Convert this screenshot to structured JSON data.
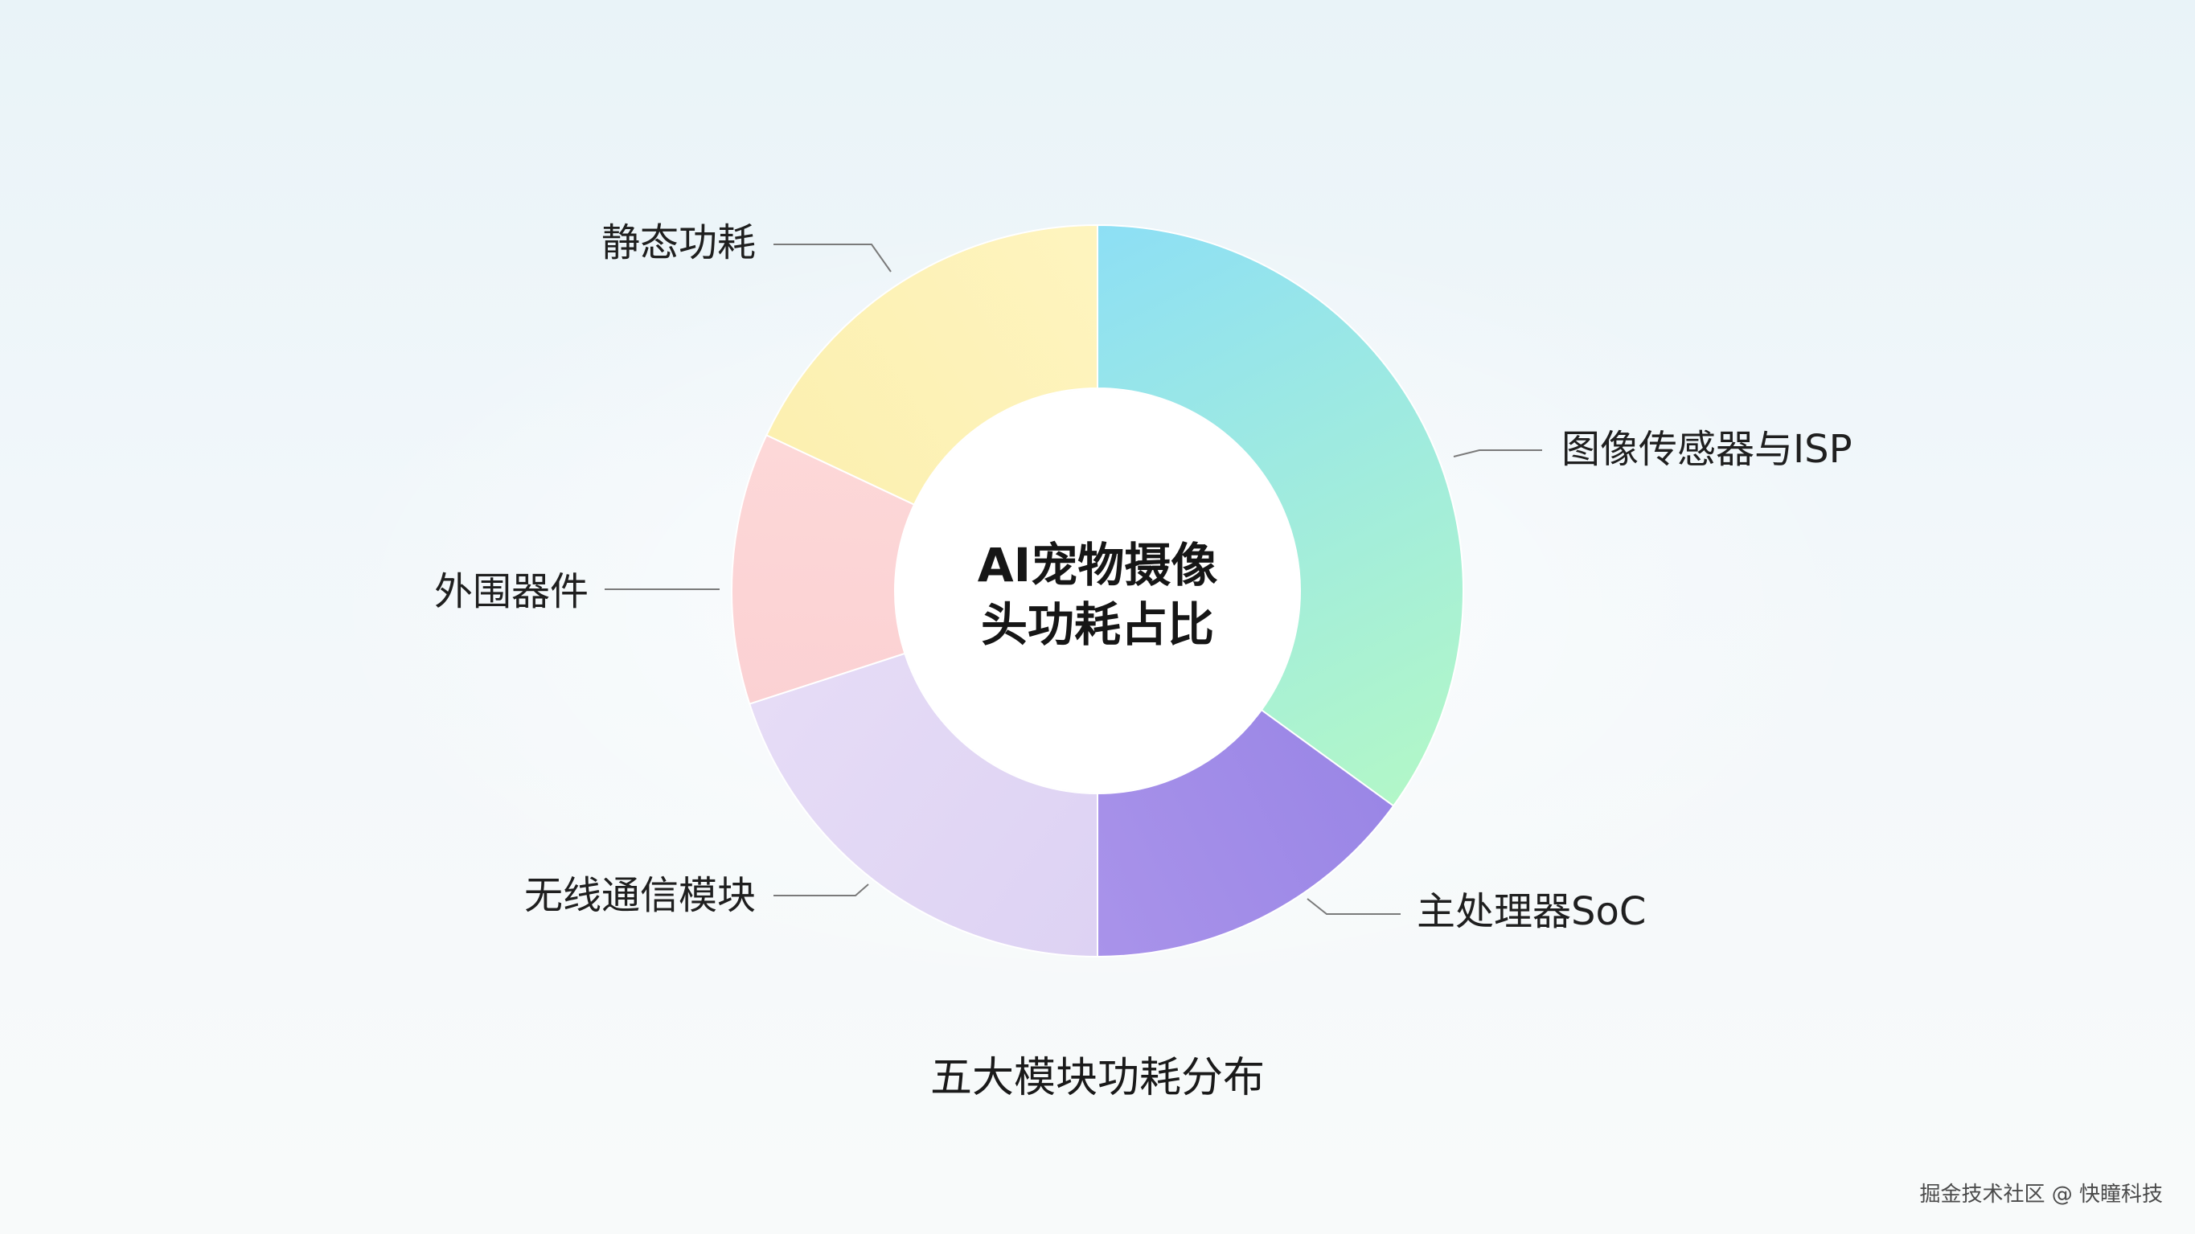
{
  "chart_data": {
    "type": "pie",
    "title": "AI宠物摄像头功耗占比",
    "subtitle": "五大模块功耗分布",
    "donut": true,
    "slices": [
      {
        "label": "图像传感器与ISP",
        "value": 35,
        "color_start": "#8ddff5",
        "color_end": "#b2f7c8"
      },
      {
        "label": "主处理器SoC",
        "value": 15,
        "color_start": "#9a86e6",
        "color_end": "#a993ea"
      },
      {
        "label": "无线通信模块",
        "value": 20,
        "color_start": "#ddd2f3",
        "color_end": "#e6dcf6"
      },
      {
        "label": "外围器件",
        "value": 12,
        "color_start": "#fbd1d3",
        "color_end": "#fdd8d8"
      },
      {
        "label": "静态功耗",
        "value": 18,
        "color_start": "#fcf0b0",
        "color_end": "#fef4bf"
      }
    ]
  },
  "center_title": {
    "line1": "AI宠物摄像",
    "line2": "头功耗占比"
  },
  "watermark": "掘金技术社区 @ 快瞳科技"
}
